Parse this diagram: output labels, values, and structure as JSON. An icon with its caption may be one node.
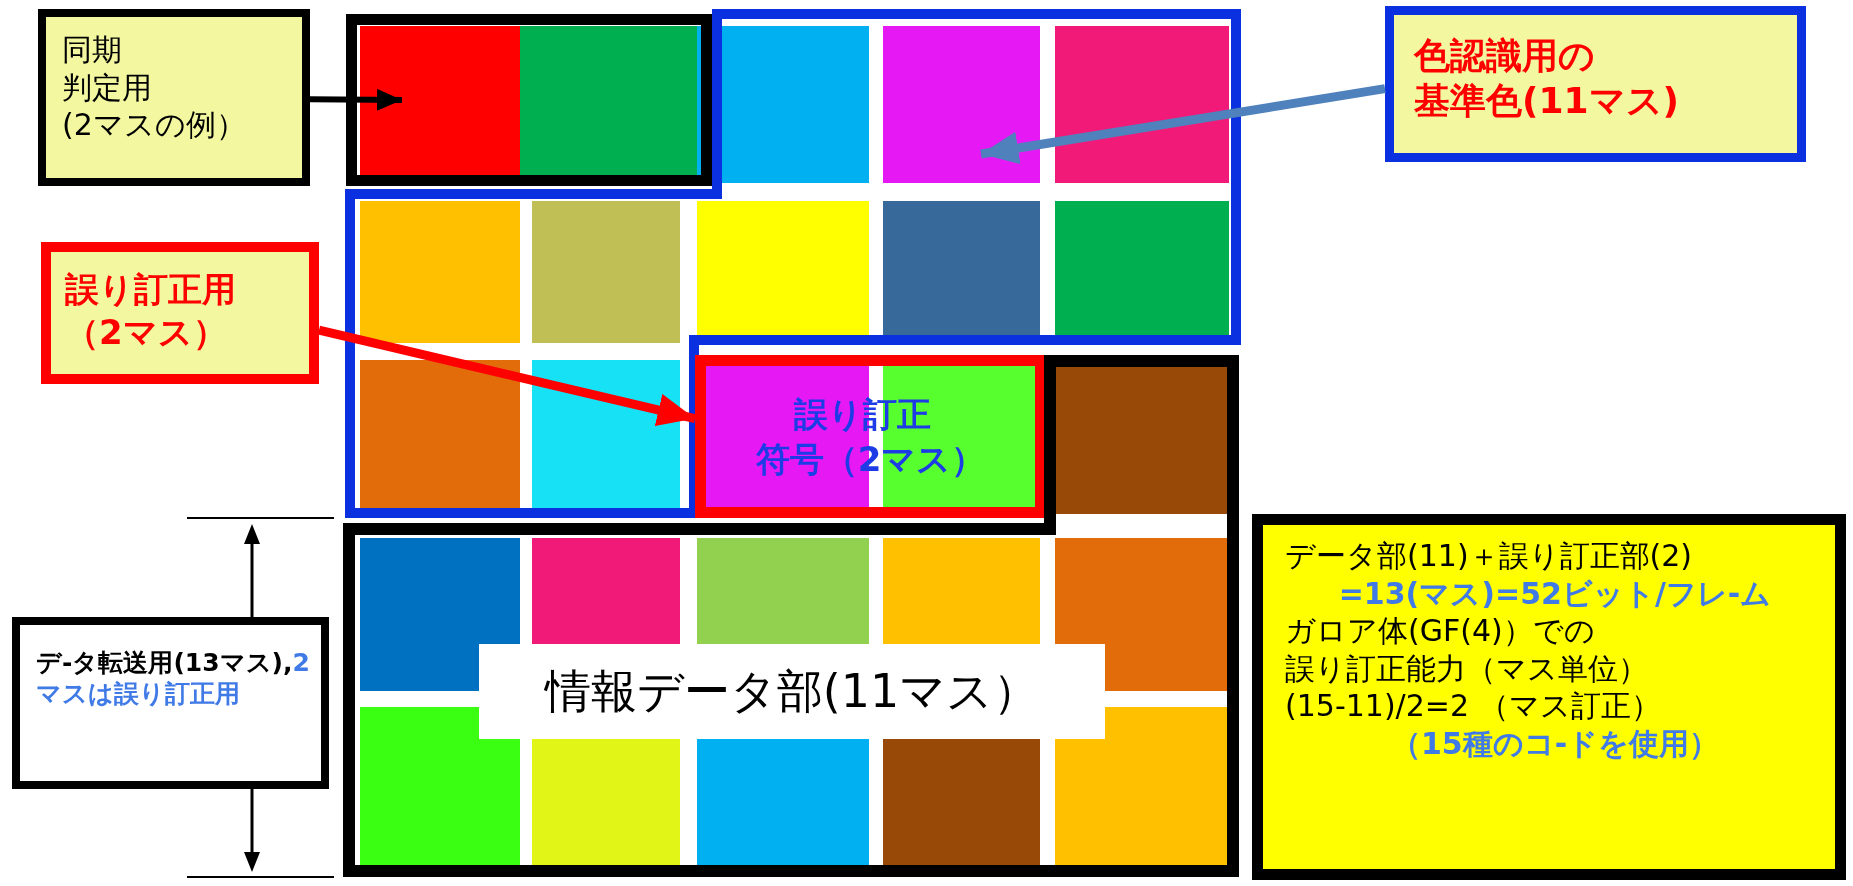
{
  "diagram": {
    "nodes": [
      {
        "text": [
          "同期",
          "判定用",
          "(2マスの例）"
        ]
      },
      {
        "text": [],
        "shape": "box"
      },
      {
        "text": [
          "色認識用の",
          "基準色(11マス)"
        ]
      },
      {
        "text": [
          "誤り訂正用",
          "（2マス）"
        ]
      },
      {
        "text": [
          "誤り訂正",
          "符号（2マス）"
        ]
      },
      {
        "text": [
          "情報データ部(11マス）"
        ]
      },
      {
        "text": [
          "デ-タ転送用(13マス),",
          "2マスは誤り訂正用"
        ]
      },
      {
        "text": [
          "データ部(11)＋誤り訂正部(2)",
          "=13(マス)=52ビット/フレ-ム",
          "ガロア体(GF(4)）での",
          "誤り訂正能力（マス単位）",
          "(15-11)/2=2 （マス訂正）",
          "（15種のコ-ドを使用）"
        ]
      }
    ],
    "edges": [
      {
        "from": 0,
        "to": 1,
        "arrow": "to"
      },
      {
        "from": 3,
        "to": 4,
        "arrow": "to",
        "color": "#ff0000"
      },
      {
        "from": 2,
        "to": null,
        "arrow": "to",
        "color": "#4f81bd"
      }
    ]
  }
}
